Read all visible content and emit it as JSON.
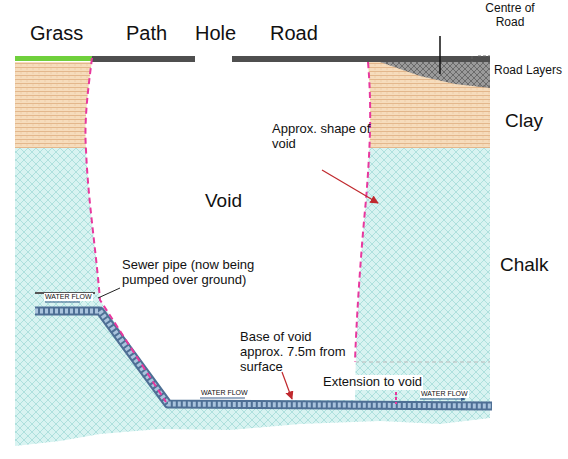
{
  "diagram": {
    "labels": [
      "Grass",
      "Path",
      "Hole",
      "Road",
      "Centre of Road",
      "Road Layers",
      "Clay",
      "Approx. shape of void",
      "Void",
      "Chalk",
      "Sewer pipe (now being pumped over ground)",
      "WATER FLOW",
      "Base of void approx. 7.5m from surface",
      "WATER FLOW",
      "Extension to void",
      "WATER FLOW"
    ]
  }
}
